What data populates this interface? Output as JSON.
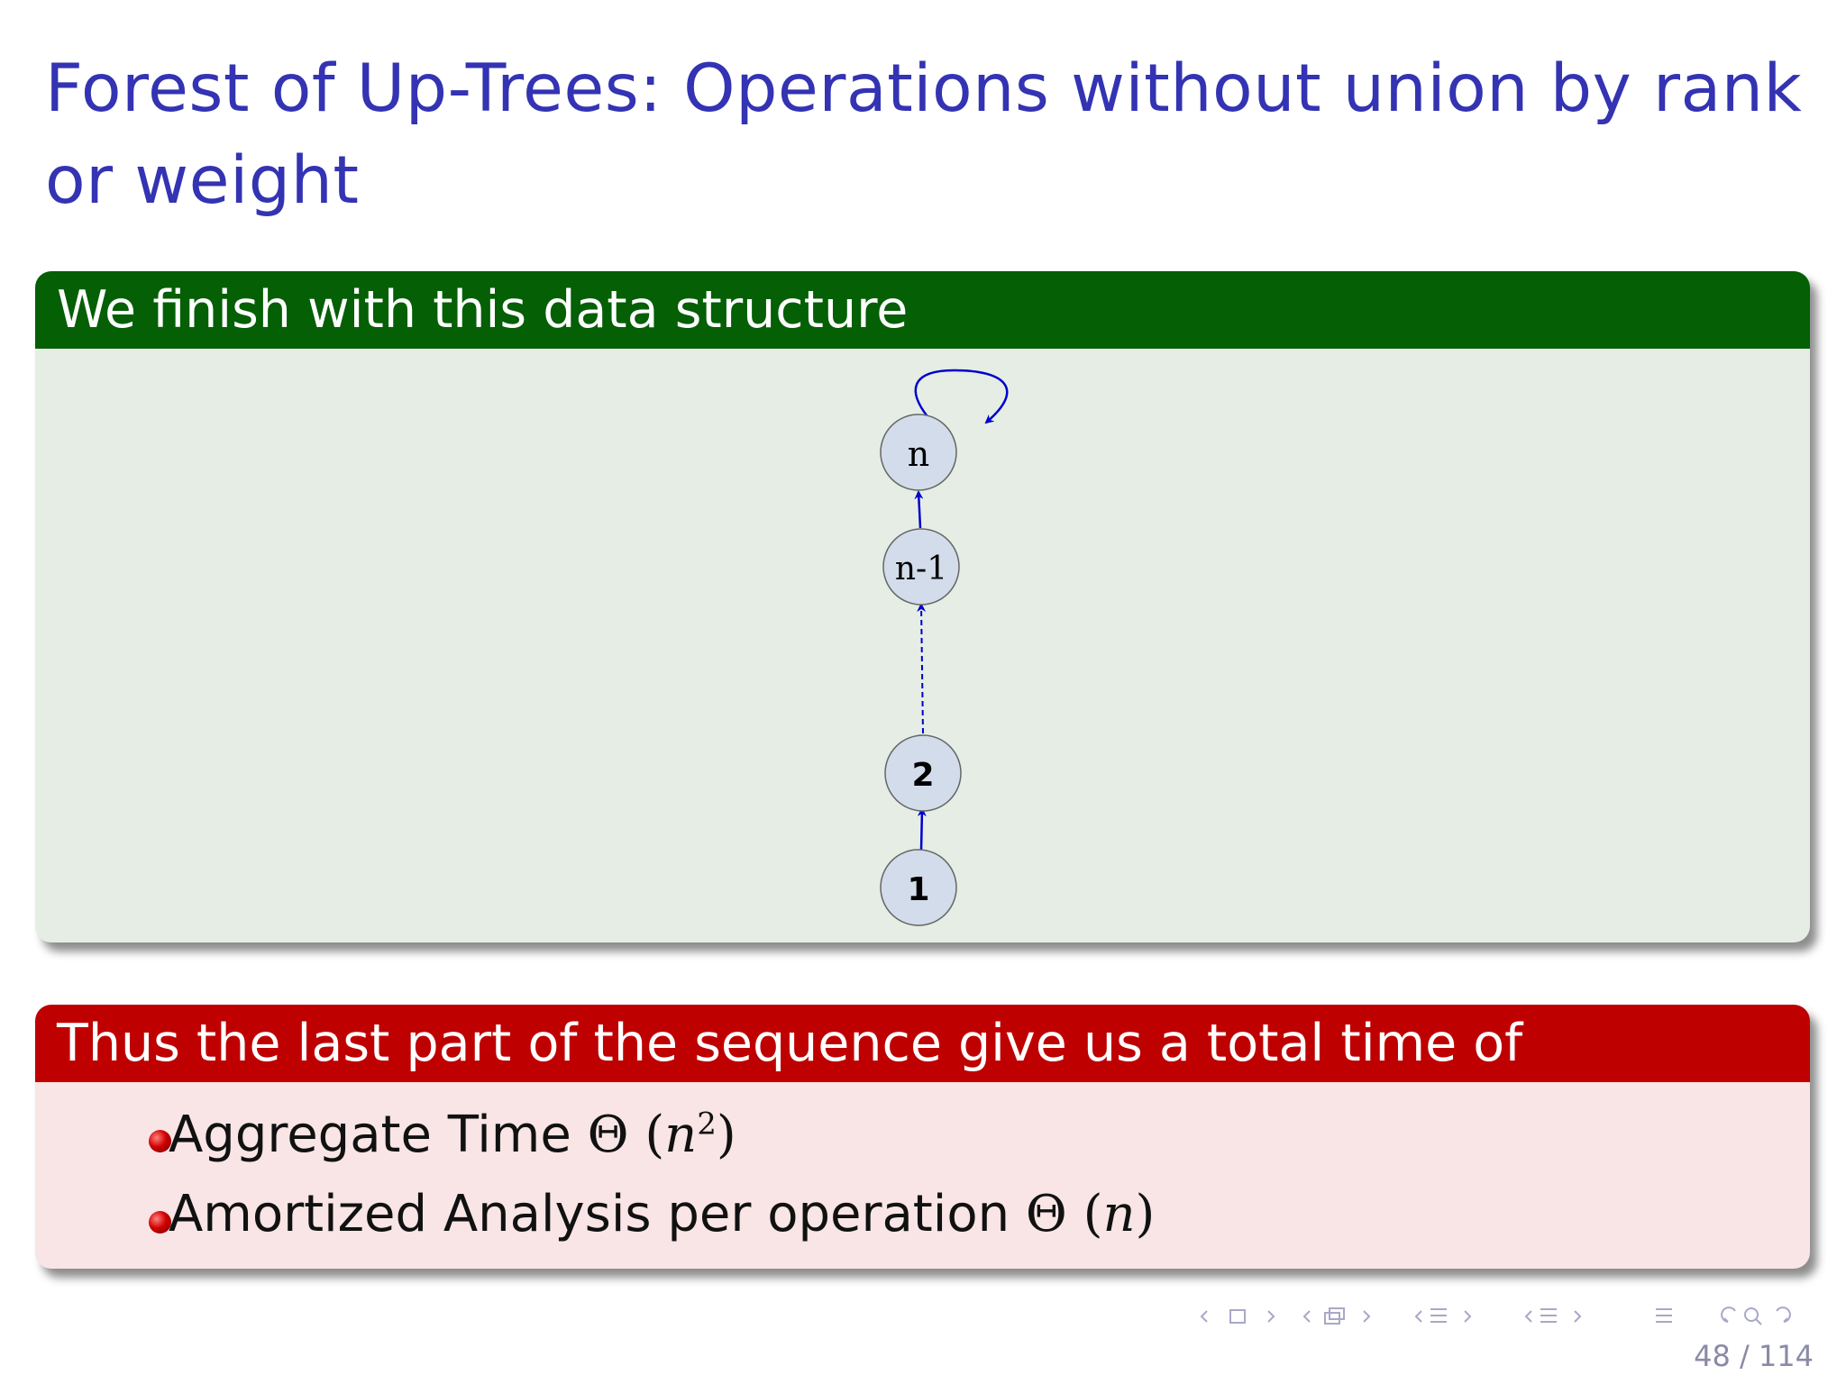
{
  "slide": {
    "title": "Forest of Up-Trees: Operations without union by rank or weight"
  },
  "block_finish": {
    "header": "We finish with this data structure",
    "nodes": [
      {
        "label": "n"
      },
      {
        "label": "n-1"
      },
      {
        "label": "2"
      },
      {
        "label": "1"
      }
    ],
    "colors": {
      "node_fill": "#d3dcea",
      "edge": "#0000cc"
    }
  },
  "block_total": {
    "header": "Thus the last part of the sequence give us a total time of",
    "items": [
      {
        "text": "Aggregate Time",
        "math": {
          "op": "Θ",
          "var": "n",
          "exp": "2"
        }
      },
      {
        "text": "Amortized Analysis per operation",
        "math": {
          "op": "Θ",
          "var": "n"
        }
      }
    ]
  },
  "footer": {
    "page": "48 / 114",
    "nav_icons": [
      "prev-icon",
      "frame-icon",
      "next-icon",
      "prev-icon",
      "subsection-icon",
      "next-icon",
      "prev-icon",
      "section-icon",
      "next-icon",
      "prev-icon",
      "toc-icon",
      "next-icon",
      "align-icon",
      "back-icon",
      "search-icon",
      "forward-icon"
    ]
  }
}
